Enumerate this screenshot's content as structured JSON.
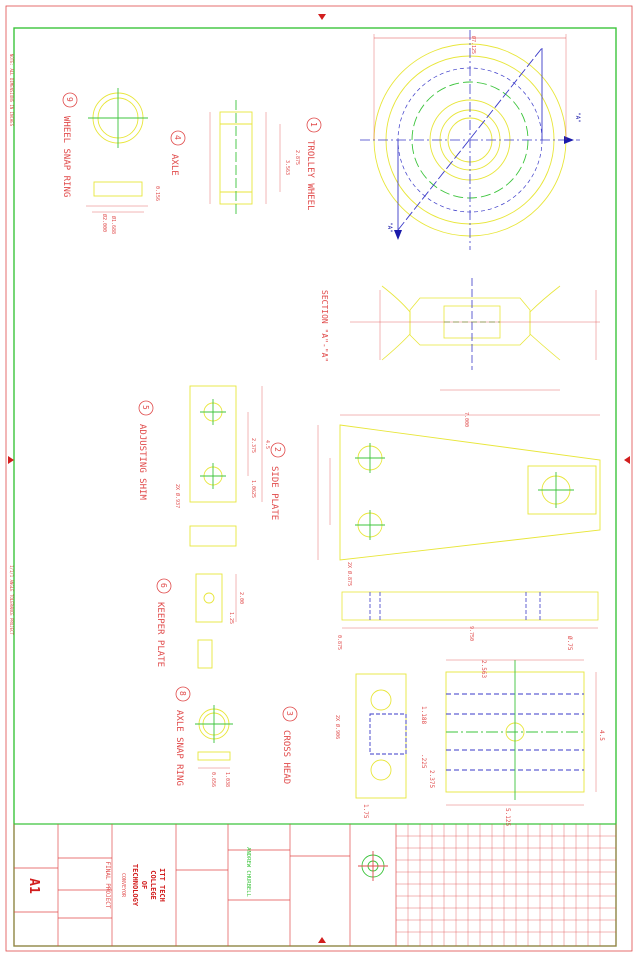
{
  "drawing": {
    "title_lines": [
      "ITT TECH",
      "COLLEGE",
      "OF",
      "TECHNOLOGY"
    ],
    "subtitle": "FINAL PROJECT",
    "sheet_size": "A1",
    "course": "CONVEYOR",
    "company": "ANDREW CHURBELL",
    "tick_bottom_text": "1/1/1 ANGLE TOLERANCE PROJECT",
    "corner_note_left": "NOTE: ALL DIMENSIONS IN INCHES"
  },
  "views": [
    {
      "num": "1",
      "label": "TROLLEY WHEEL"
    },
    {
      "num": "2",
      "label": "SIDE PLATE"
    },
    {
      "num": "3",
      "label": "CROSS HEAD"
    },
    {
      "num": "4",
      "label": "AXLE"
    },
    {
      "num": "5",
      "label": "ADJUSTING SHIM"
    },
    {
      "num": "6",
      "label": "KEEPER PLATE"
    },
    {
      "num": "8",
      "label": "AXLE SNAP RING"
    },
    {
      "num": "9",
      "label": "WHEEL SNAP RING"
    }
  ],
  "section_label": "SECTION \"A\"-\"A\"",
  "section_marks": [
    "\"A\"",
    "\"A\""
  ],
  "dims": {
    "wheel_dia": "Ø7.125",
    "side_len": "7.000",
    "cross_len": "5.125",
    "cross_h": "4.5",
    "cross_b": "1.75",
    "cross_2": "2.563",
    "cross_hole": "Ø.75",
    "cross_r": "2.375",
    "cross_c": ".225",
    "cross_d": "1.188",
    "cross_n": "2X Ø.906",
    "cross_e": "0.875",
    "keeper_a": "2.00",
    "keeper_b": "1.25",
    "snap_a": "1.038",
    "snap_b": "0.656",
    "wheelsnap_a": "Ø1.688",
    "wheelsnap_b": "Ø2.000",
    "wheelsnap_c": "0.156",
    "axle_a": "2.875",
    "axle_b": "3.563",
    "shim_a": "4.5",
    "shim_b": "2.375",
    "shim_c": "1.0625",
    "shim_n": "2X Ø.937",
    "side_n": "2X Ø.875",
    "bar_len": "9.750"
  }
}
